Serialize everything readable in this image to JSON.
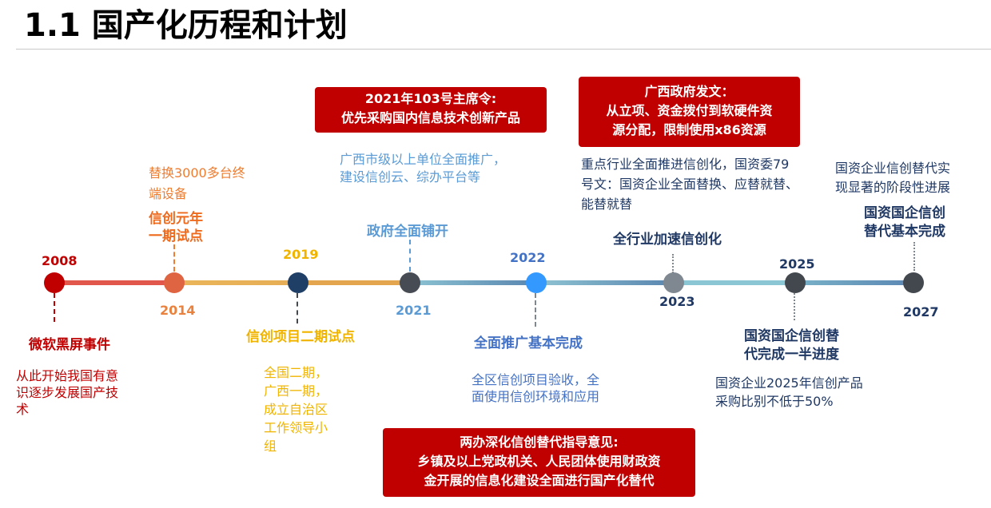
{
  "header": {
    "title": "1.1 国产化历程和计划"
  },
  "colors": {
    "red": "#c00000",
    "orange": "#e0643f",
    "amber": "#f0b400",
    "steel_blue": "#5b9bd5",
    "mid_blue": "#4472c4",
    "navy": "#1f3864",
    "dark_gray": "#44494f"
  },
  "timeline": {
    "nodes": [
      {
        "year": "2008",
        "color": "#c00000"
      },
      {
        "year": "2014",
        "color": "#df6442"
      },
      {
        "year": "2019",
        "color": "#1f3f66"
      },
      {
        "year": "2021",
        "color": "#474c54"
      },
      {
        "year": "2022",
        "color": "#3399ff"
      },
      {
        "year": "2023",
        "color": "#7f8891"
      },
      {
        "year": "2025",
        "color": "#43484e"
      },
      {
        "year": "2027",
        "color": "#43484e"
      }
    ],
    "events": {
      "e2008": {
        "title": "微软黑屏事件",
        "desc": "从此开始我国有意识逐步发展国产技术"
      },
      "e2014": {
        "desc": "替换3000多台终端设备",
        "title_line1": "信创元年",
        "title_line2": "一期试点"
      },
      "e2019": {
        "title": "信创项目二期试点",
        "desc_lines": [
          "全国二期，",
          "广西一期，",
          "成立自治区",
          "工作领导小",
          "组"
        ]
      },
      "e2021": {
        "title": "政府全面铺开",
        "desc": "广西市级以上单位全面推广，建设信创云、综办平台等",
        "box_line1": "2021年103号主席令:",
        "box_line2": "优先采购国内信息技术创新产品"
      },
      "e2022": {
        "title": "全面推广基本完成",
        "desc": "全区信创项目验收，全面使用信创环境和应用",
        "box_line1": "两办深化信创替代指导意见:",
        "box_line2": "乡镇及以上党政机关、人民团体使用财政资",
        "box_line3": "金开展的信息化建设全面进行国产化替代"
      },
      "e2023": {
        "title": "全行业加速信创化",
        "desc": "重点行业全面推进信创化，国资委79号文：国资企业全面替换、应替就替、能替就替",
        "box_line1": "广西政府发文：",
        "box_line2": "从立项、资金拨付到软硬件资",
        "box_line3": "源分配，限制使用x86资源"
      },
      "e2025": {
        "title_line1": "国资国企信创替",
        "title_line2": "代完成一半进度",
        "desc_line1": "国资企业2025年信创产品",
        "desc_line2": "采购比别不低于50%"
      },
      "e2027": {
        "desc_line1": "国资企业信创替代实",
        "desc_line2": "现显著的阶段性进展",
        "title_line1": "国资国企信创",
        "title_line2": "替代基本完成"
      }
    }
  }
}
